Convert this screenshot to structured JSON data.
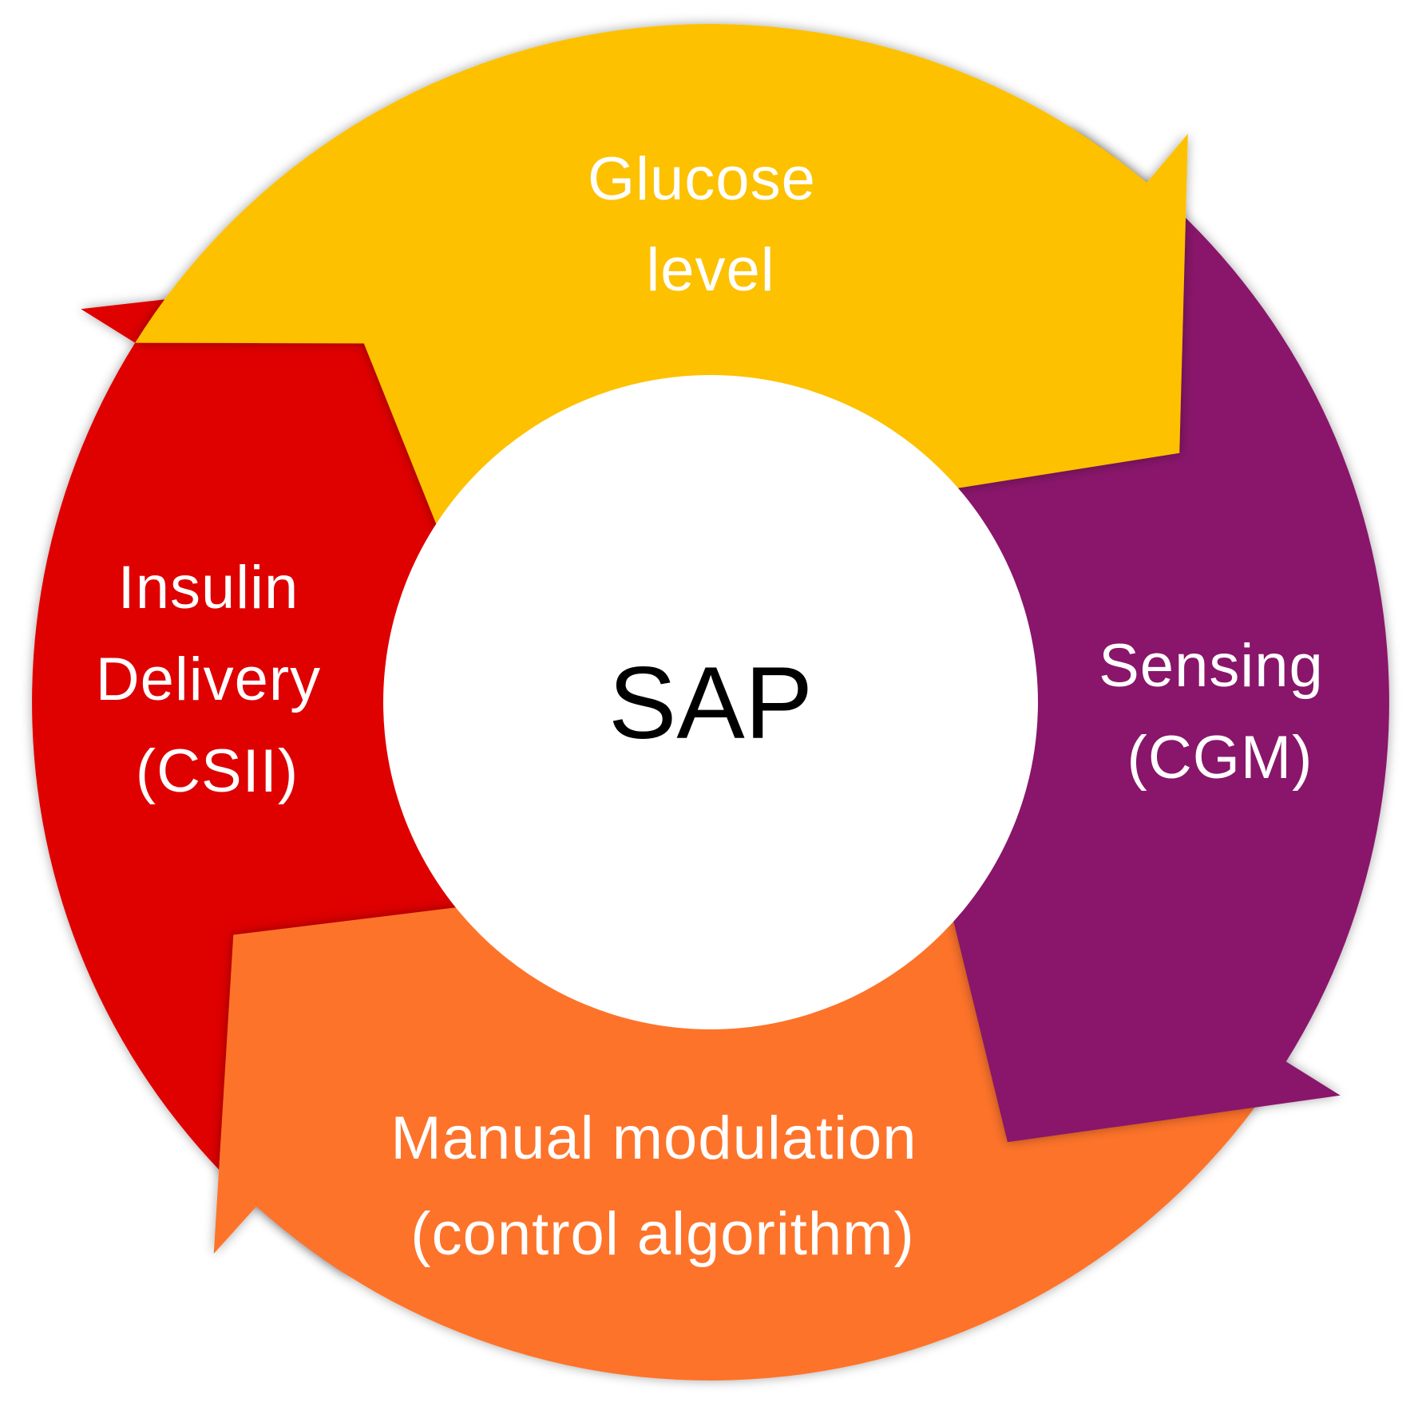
{
  "diagram": {
    "center_label": "SAP",
    "segments": [
      {
        "id": "glucose",
        "lines": [
          "Glucose",
          "level"
        ],
        "color": "#FDC100"
      },
      {
        "id": "sensing",
        "lines": [
          "Sensing",
          "(CGM)"
        ],
        "color": "#89186A"
      },
      {
        "id": "modulation",
        "lines": [
          "Manual modulation",
          "(control algorithm)"
        ],
        "color": "#FD732A"
      },
      {
        "id": "insulin",
        "lines": [
          "Insulin",
          "Delivery",
          "(CSII)"
        ],
        "color": "#DF0000"
      }
    ]
  }
}
